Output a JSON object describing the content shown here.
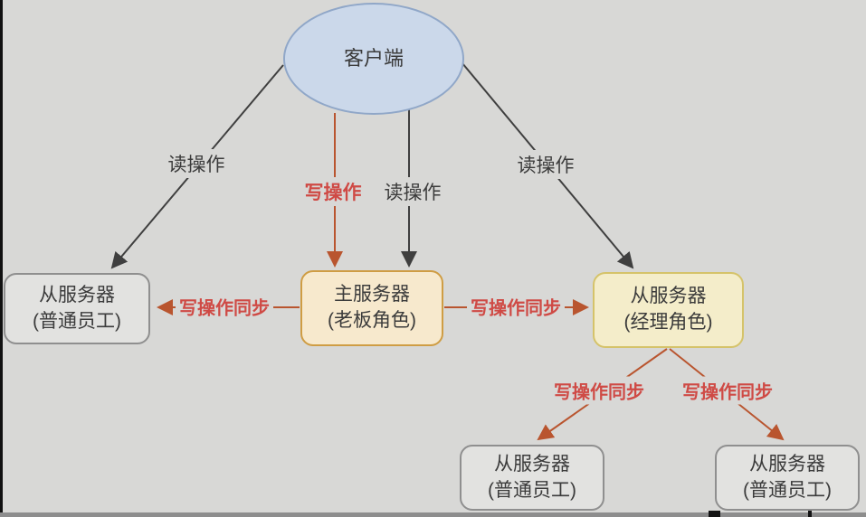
{
  "diagram": {
    "type": "replication-topology",
    "colors": {
      "background": "#d8d8d6",
      "dark_arrow": "#3f3f3f",
      "red_arrow": "#b9552f",
      "red_text": "#cf4a45",
      "dark_text": "#3c3c3c",
      "client_fill": "#cbd8ea",
      "client_border": "#90a7c8",
      "master_fill": "#f7e9cd",
      "master_border": "#cf9d44",
      "manager_fill": "#f4edca",
      "manager_border": "#d5c36a",
      "slave_fill": "#e2e2e0",
      "slave_border": "#8f8f8f"
    },
    "nodes": {
      "client": {
        "lines": [
          "客户端"
        ]
      },
      "slave_left": {
        "lines": [
          "从服务器",
          "(普通员工)"
        ]
      },
      "master": {
        "lines": [
          "主服务器",
          "(老板角色)"
        ]
      },
      "slave_manager": {
        "lines": [
          "从服务器",
          "(经理角色)"
        ]
      },
      "slave_bottom_left": {
        "lines": [
          "从服务器",
          "(普通员工)"
        ]
      },
      "slave_bottom_right": {
        "lines": [
          "从服务器",
          "(普通员工)"
        ]
      }
    },
    "edges": [
      {
        "from": "client",
        "to": "slave_left",
        "label": "读操作",
        "style": "dark"
      },
      {
        "from": "client",
        "to": "master",
        "label": "写操作",
        "style": "red"
      },
      {
        "from": "client",
        "to": "master",
        "label": "读操作",
        "style": "dark"
      },
      {
        "from": "client",
        "to": "slave_manager",
        "label": "读操作",
        "style": "dark"
      },
      {
        "from": "master",
        "to": "slave_left",
        "label": "写操作同步",
        "style": "red"
      },
      {
        "from": "master",
        "to": "slave_manager",
        "label": "写操作同步",
        "style": "red"
      },
      {
        "from": "slave_manager",
        "to": "slave_bottom_left",
        "label": "写操作同步",
        "style": "red"
      },
      {
        "from": "slave_manager",
        "to": "slave_bottom_right",
        "label": "写操作同步",
        "style": "red"
      }
    ]
  }
}
